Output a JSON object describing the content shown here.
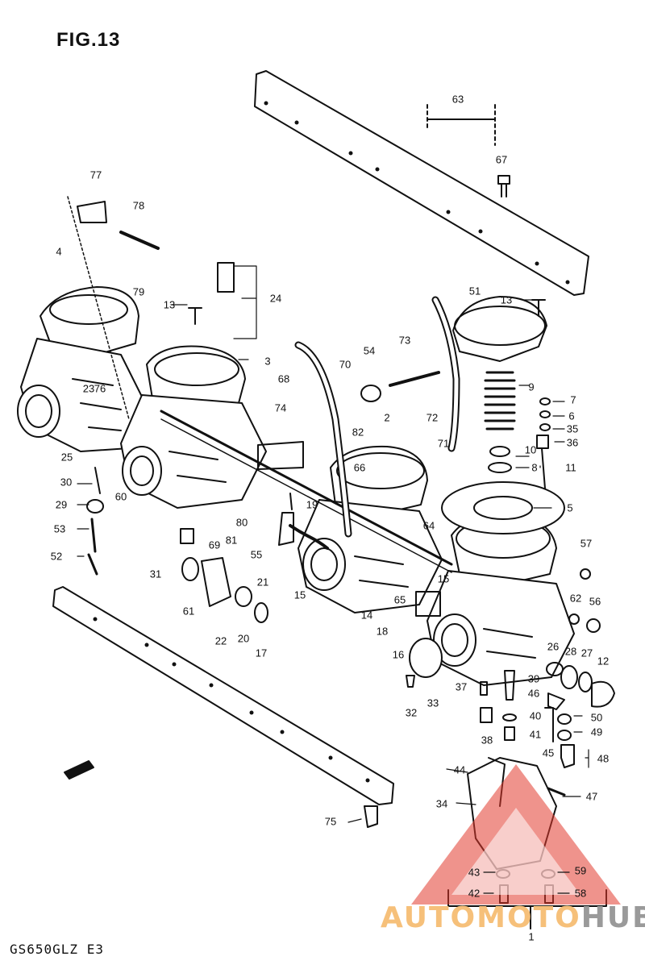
{
  "figure": {
    "title": "FIG.13",
    "model_code": "GS650GLZ E3"
  },
  "watermark": {
    "part_a": "AUTOMOTO",
    "part_b": "HUB",
    "accent": "#e23b2e",
    "light": "#f6c07a",
    "gray": "#9a9a9a"
  },
  "callouts": [
    "1",
    "2",
    "3",
    "4",
    "5",
    "6",
    "7",
    "8",
    "9",
    "10",
    "11",
    "12",
    "13",
    "13",
    "14",
    "15",
    "15",
    "16",
    "17",
    "18",
    "19",
    "20",
    "21",
    "22",
    "23",
    "24",
    "25",
    "26",
    "27",
    "28",
    "29",
    "30",
    "31",
    "32",
    "33",
    "34",
    "35",
    "36",
    "37",
    "38",
    "39",
    "40",
    "41",
    "42",
    "43",
    "44",
    "45",
    "46",
    "47",
    "48",
    "49",
    "50",
    "51",
    "52",
    "53",
    "54",
    "55",
    "56",
    "57",
    "58",
    "59",
    "60",
    "61",
    "62",
    "63",
    "64",
    "65",
    "66",
    "67",
    "68",
    "69",
    "70",
    "71",
    "72",
    "73",
    "74",
    "75",
    "76",
    "77",
    "78",
    "79",
    "80",
    "81",
    "82"
  ]
}
